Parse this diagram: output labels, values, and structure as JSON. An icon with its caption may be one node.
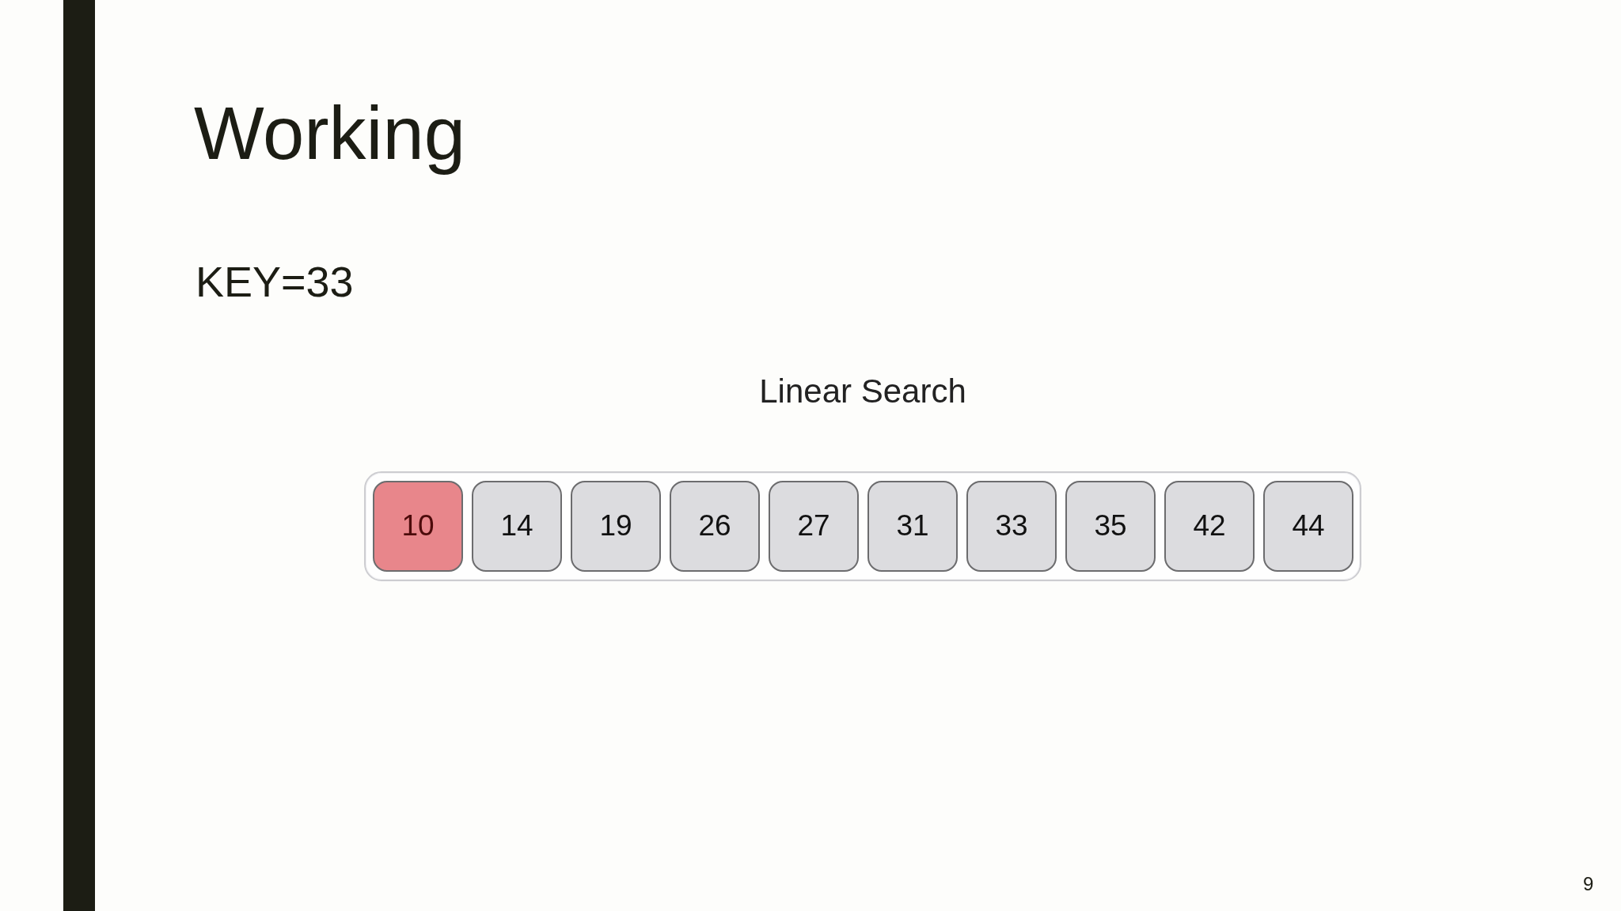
{
  "diagram": {
    "title": "Working",
    "nodes": [
      {
        "text": [],
        "shape": "box"
      },
      {
        "text": [
          "10"
        ],
        "in": 0
      },
      {
        "text": [
          "14"
        ],
        "in": 0
      },
      {
        "text": [
          "19"
        ],
        "in": 0
      },
      {
        "text": [
          "26"
        ],
        "in": 0
      },
      {
        "text": [
          "27"
        ],
        "in": 0
      },
      {
        "text": [
          "31"
        ],
        "in": 0
      },
      {
        "text": [
          "33"
        ],
        "in": 0
      },
      {
        "text": [
          "35"
        ],
        "in": 0
      },
      {
        "text": [
          "42"
        ],
        "in": 0
      },
      {
        "text": [
          "44"
        ],
        "in": 0
      }
    ],
    "labels": [
      "KEY=33",
      "Linear Search",
      "9"
    ]
  }
}
